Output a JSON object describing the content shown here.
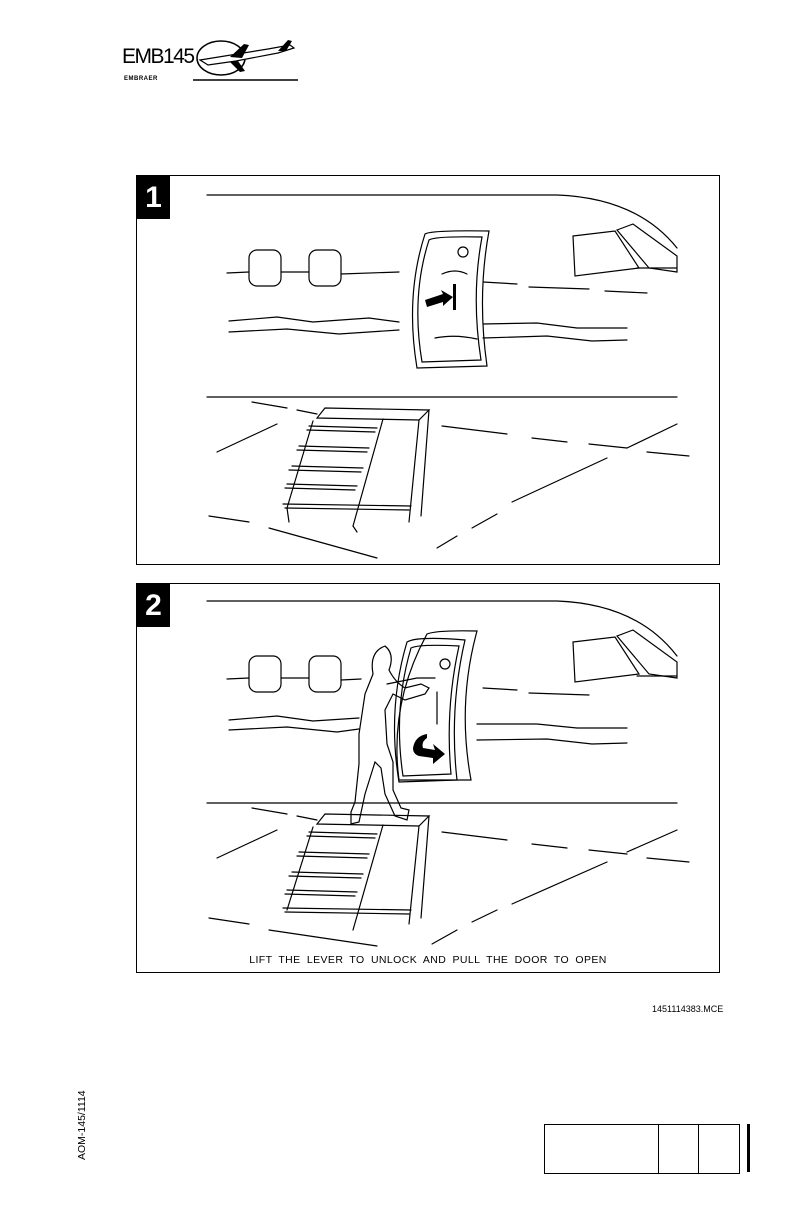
{
  "header": {
    "logo_text": "EMB145",
    "logo_subtext": "EMBRAER"
  },
  "panels": [
    {
      "step": "1",
      "caption": ""
    },
    {
      "step": "2",
      "caption": "LIFT THE LEVER TO UNLOCK AND PULL THE DOOR TO OPEN"
    }
  ],
  "footer": {
    "file_reference": "1451114383.MCE",
    "document_number": "AOM-145/1114"
  }
}
